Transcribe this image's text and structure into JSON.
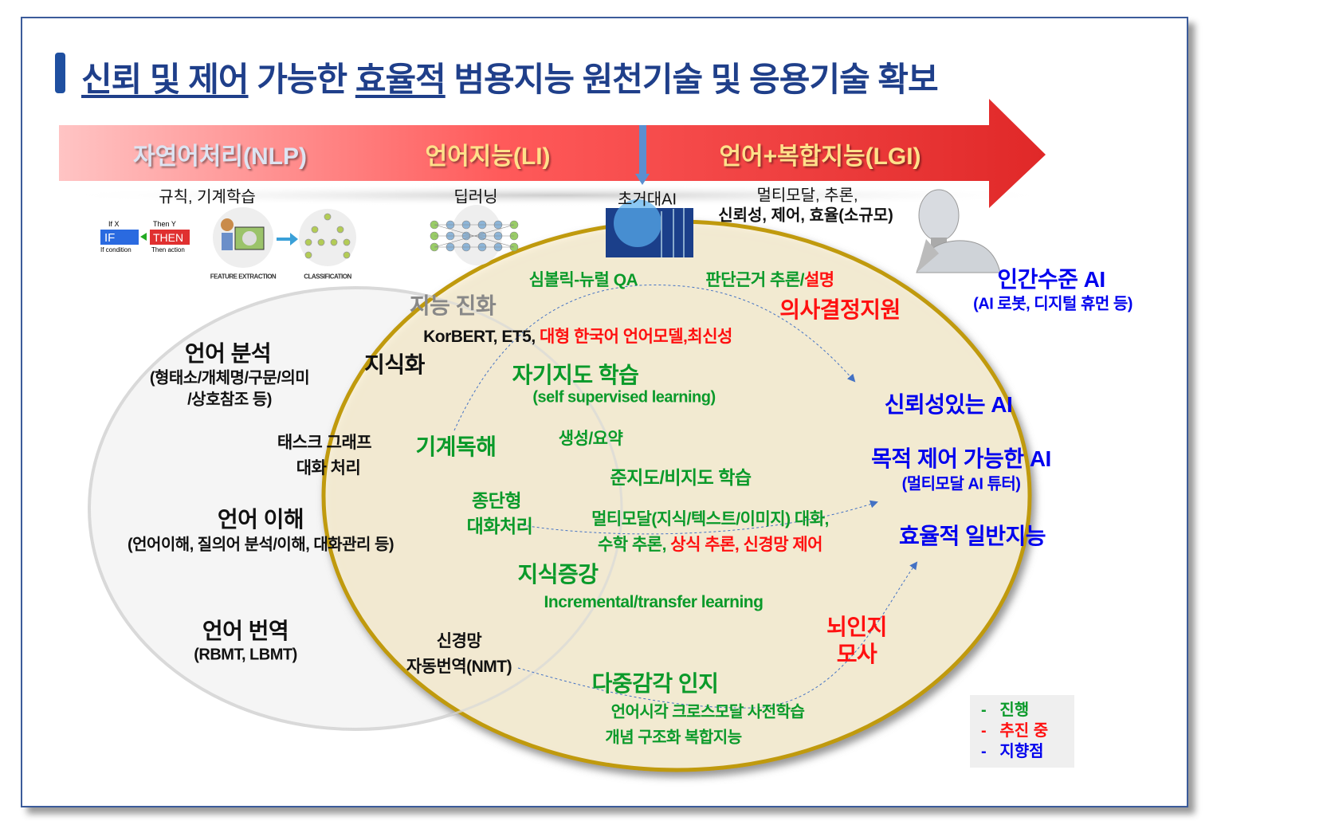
{
  "title": {
    "p1": "신뢰 및 제어",
    "p2": " 가능한 ",
    "p3": "효율적",
    "p4": " 범용지능 원천기술 및 응용기술 확보"
  },
  "arrow": {
    "stage1": "자연어처리(NLP)",
    "stage2": "언어지능(LI)",
    "stage3": "언어+복합지능(LGI)"
  },
  "stages": {
    "s1_tech": "규칙, 기계학습",
    "s2_tech": "딥러닝",
    "s3_tech": "초거대AI",
    "s4_tech_line1": "멀티모달, 추론,",
    "s4_tech_line2": "신뢰성, 제어, 효율(소규모)"
  },
  "images": {
    "if_label": "IF",
    "then_label": "THEN",
    "if_top": "If X",
    "then_top": "Then Y",
    "if_bottom": "If condition",
    "then_bottom": "Then action",
    "feature_extraction": "FEATURE EXTRACTION",
    "classification": "CLASSIFICATION"
  },
  "goal": {
    "title": "인간수준 AI",
    "subtitle": "(AI 로봇, 디지털 휴먼 등)"
  },
  "grey_circle": {
    "evolution": "지능 진화",
    "analysis": "언어 분석",
    "analysis_sub1": "(형태소/개체명/구문/의미",
    "analysis_sub2": "/상호참조 등)",
    "understanding": "언어 이해",
    "understanding_sub": "(언어이해, 질의어 분석/이해, 대화관리 등)",
    "translation": "언어 번역",
    "translation_sub": "(RBMT, LBMT)"
  },
  "overlap": {
    "models_black": "KorBERT, ET5,",
    "models_red": " 대형 한국어 언어모델,최신성",
    "knowledge": "지식화",
    "task_graph": "태스크 그래프",
    "dialog": "대화 처리",
    "nmt1": "신경망",
    "nmt2": "자동번역(NMT)"
  },
  "yellow_circle": {
    "qa": "심볼릭-뉴럴 QA",
    "reasoning_green": "판단근거 추론/",
    "reasoning_red": "설명",
    "decision": "의사결정지원",
    "self_sup": "자기지도 학습",
    "self_sup_en": "(self supervised learning)",
    "mrc": "기계독해",
    "gen": "생성/요약",
    "semi": "준지도/비지도 학습",
    "e2e1": "종단형",
    "e2e2": "대화처리",
    "mm1": "멀티모달(지식/텍스트/이미지) 대화,",
    "mm2_green": "수학 추론,",
    "mm2_red": " 상식 추론, 신경망 제어",
    "augment": "지식증강",
    "augment_en": "Incremental/transfer learning",
    "brain1": "뇌인지",
    "brain2": "모사",
    "multisense": "다중감각 인지",
    "cross": "언어시각 크로스모달 사전학습",
    "concept": "개념 구조화 복합지능"
  },
  "targets": {
    "trust": "신뢰성있는 AI",
    "control": "목적 제어 가능한 AI",
    "control_sub": "(멀티모달 AI 튜터)",
    "efficient": "효율적 일반지능"
  },
  "legend": [
    {
      "dash": "-",
      "label": "진행"
    },
    {
      "dash": "-",
      "label": "추진 중"
    },
    {
      "dash": "-",
      "label": "지향점"
    }
  ],
  "colors": {
    "progress": "#0a9a2a",
    "ongoing": "#ff1010",
    "target": "#0000ee"
  }
}
